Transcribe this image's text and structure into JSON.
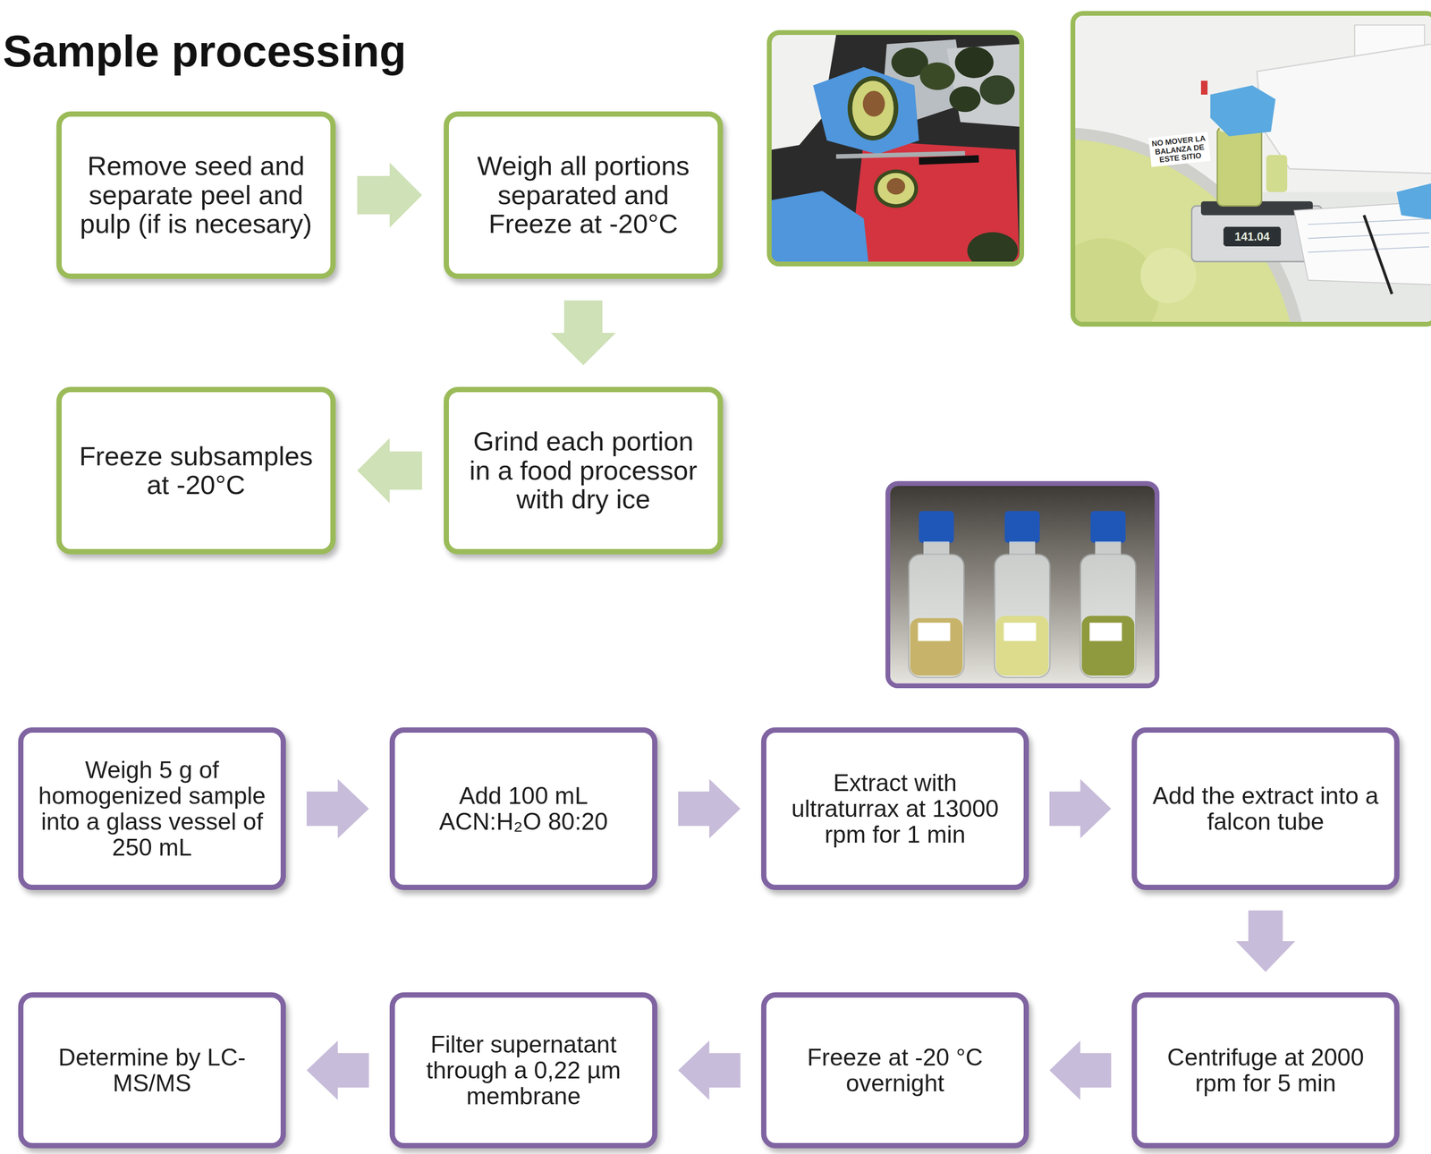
{
  "diagram": {
    "title": "Sample processing",
    "nodes": [
      {
        "text": [
          "Remove seed and separate peel and pulp (if is necesary)"
        ]
      },
      {
        "text": [
          "Weigh all portions separated and Freeze at -20°C"
        ]
      },
      {
        "text": [
          "Grind each portion in a food processor with dry ice"
        ]
      },
      {
        "text": [
          "Freeze subsamples at -20°C"
        ]
      },
      {
        "text": [
          "Weigh 5 g of homogenized sample into a glass vessel of 250 mL"
        ]
      },
      {
        "text": [
          "Add 100 mL ACN:H₂O 80:20"
        ]
      },
      {
        "text": [
          "Extract with ultraturrax at 13000 rpm for 1 min"
        ]
      },
      {
        "text": [
          "Add the extract into a falcon tube"
        ]
      },
      {
        "text": [
          "Centrifuge at 2000 rpm for 5 min"
        ]
      },
      {
        "text": [
          "Freeze at -20 °C overnight"
        ]
      },
      {
        "text": [
          "Filter supernatant through a 0,22 µm membrane"
        ]
      },
      {
        "text": [
          "Determine by LC-MS/MS"
        ]
      }
    ],
    "edges": [
      {
        "from": 0,
        "to": 1,
        "arrow": "to"
      },
      {
        "from": 1,
        "to": 2,
        "arrow": "to"
      },
      {
        "from": 2,
        "to": 3,
        "arrow": "to"
      },
      {
        "from": 4,
        "to": 5,
        "arrow": "to"
      },
      {
        "from": 5,
        "to": 6,
        "arrow": "to"
      },
      {
        "from": 6,
        "to": 7,
        "arrow": "to"
      },
      {
        "from": 7,
        "to": 8,
        "arrow": "to"
      },
      {
        "from": 8,
        "to": 9,
        "arrow": "to"
      },
      {
        "from": 9,
        "to": 10,
        "arrow": "to"
      },
      {
        "from": 10,
        "to": 11,
        "arrow": "to"
      }
    ],
    "labels": [
      "NO MOVER LA BALANZA DE ESTE SITIO",
      "141.04"
    ]
  }
}
